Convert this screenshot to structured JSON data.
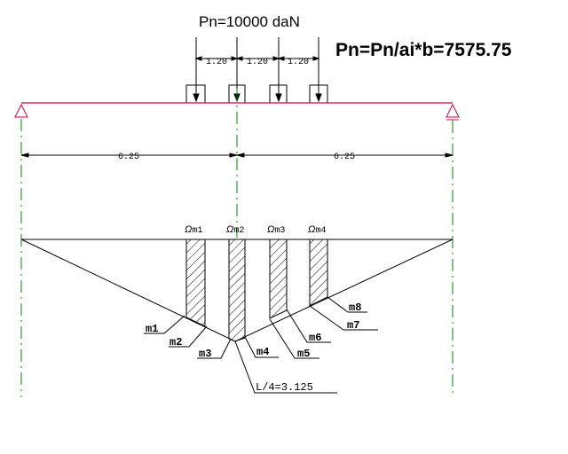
{
  "load_label": "Pn=10000 daN",
  "formula": "Pn=Pn/ai*b=7575.75",
  "wheel_spacings": [
    "1.20",
    "1.20",
    "1.20"
  ],
  "spans": [
    "6.25",
    "6.25"
  ],
  "areas": [
    {
      "omega": "Ω",
      "sub": "m1"
    },
    {
      "omega": "Ω",
      "sub": "m2"
    },
    {
      "omega": "Ω",
      "sub": "m3"
    },
    {
      "omega": "Ω",
      "sub": "m4"
    }
  ],
  "ordinates": [
    "m1",
    "m2",
    "m3",
    "m4",
    "m5",
    "m6",
    "m7",
    "m8"
  ],
  "max_ordinate": "L/4=3.125",
  "colors": {
    "beam": "#d0003a",
    "axis": "#008a00",
    "ink": "#000000"
  }
}
